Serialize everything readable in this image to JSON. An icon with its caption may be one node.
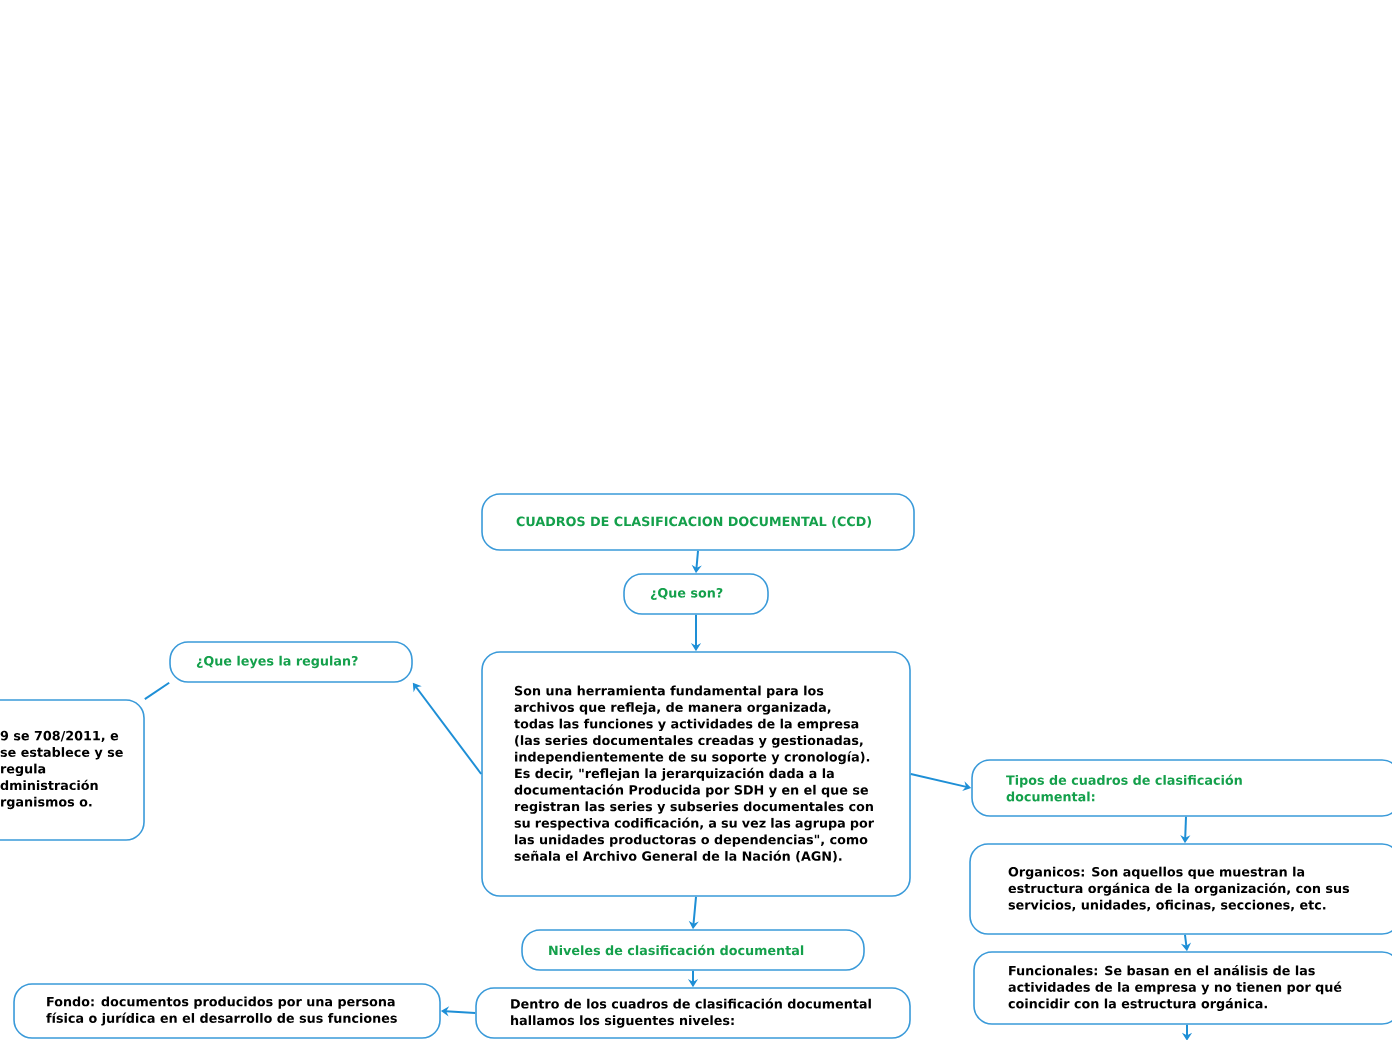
{
  "diagram": {
    "nodes": [
      {
        "text": [
          "CUADROS DE CLASIFICACION DOCUMENTAL (CCD)"
        ]
      },
      {
        "text": [
          "¿Que son?"
        ]
      },
      {
        "text": [
          "Son una herramienta fundamental para los archivos que refleja, de manera organizada, todas las funciones y actividades de la empresa (las series documentales creadas y gestionadas, independientemente de su soporte y cronología). Es decir, \"reflejan la jerarquización dada a la documentación Producida por SDH y en el que se registran las series y subseries documentales con su respectiva codificación, a su vez las agrupa por las unidades productoras o dependencias\", como señala el Archivo General de la Nación (AGN)."
        ]
      },
      {
        "text": [
          "¿Que leyes la regulan?"
        ]
      },
      {
        "text": [
          "9 se 708/2011, e se establece y se regula dministración rganismos o."
        ]
      },
      {
        "text": [
          "Niveles de clasificación documental"
        ]
      },
      {
        "text": [
          "Dentro de los cuadros de clasificación documental hallamos los siguentes niveles:"
        ]
      },
      {
        "text": [
          "Fondo: documentos producidos por una persona física o jurídica en el desarrollo de sus funciones"
        ]
      },
      {
        "text": [
          "Tipos de cuadros de clasificación documental:"
        ]
      },
      {
        "text": [
          "Organicos: Son aquellos que muestran la estructura orgánica de la organización, con sus servicios, unidades, oficinas, secciones, etc."
        ]
      },
      {
        "text": [
          "Funcionales: Se basan en el análisis de las actividades de la empresa y no tienen por qué coincidir con la estructura orgánica."
        ]
      }
    ],
    "edges": [
      {
        "from": 0,
        "to": 1,
        "arrow": "to"
      },
      {
        "from": 1,
        "to": 2,
        "arrow": "to"
      },
      {
        "from": 2,
        "to": 3,
        "arrow": "to"
      },
      {
        "from": 3,
        "to": 4,
        "arrow": "none"
      },
      {
        "from": 2,
        "to": 8,
        "arrow": "to"
      },
      {
        "from": 2,
        "to": 5,
        "arrow": "to"
      },
      {
        "from": 5,
        "to": 6,
        "arrow": "to"
      },
      {
        "from": 6,
        "to": 7,
        "arrow": "to"
      },
      {
        "from": 8,
        "to": 9,
        "arrow": "to"
      },
      {
        "from": 9,
        "to": 10,
        "arrow": "to"
      },
      {
        "from": 10,
        "to": null,
        "arrow": "to"
      }
    ]
  }
}
